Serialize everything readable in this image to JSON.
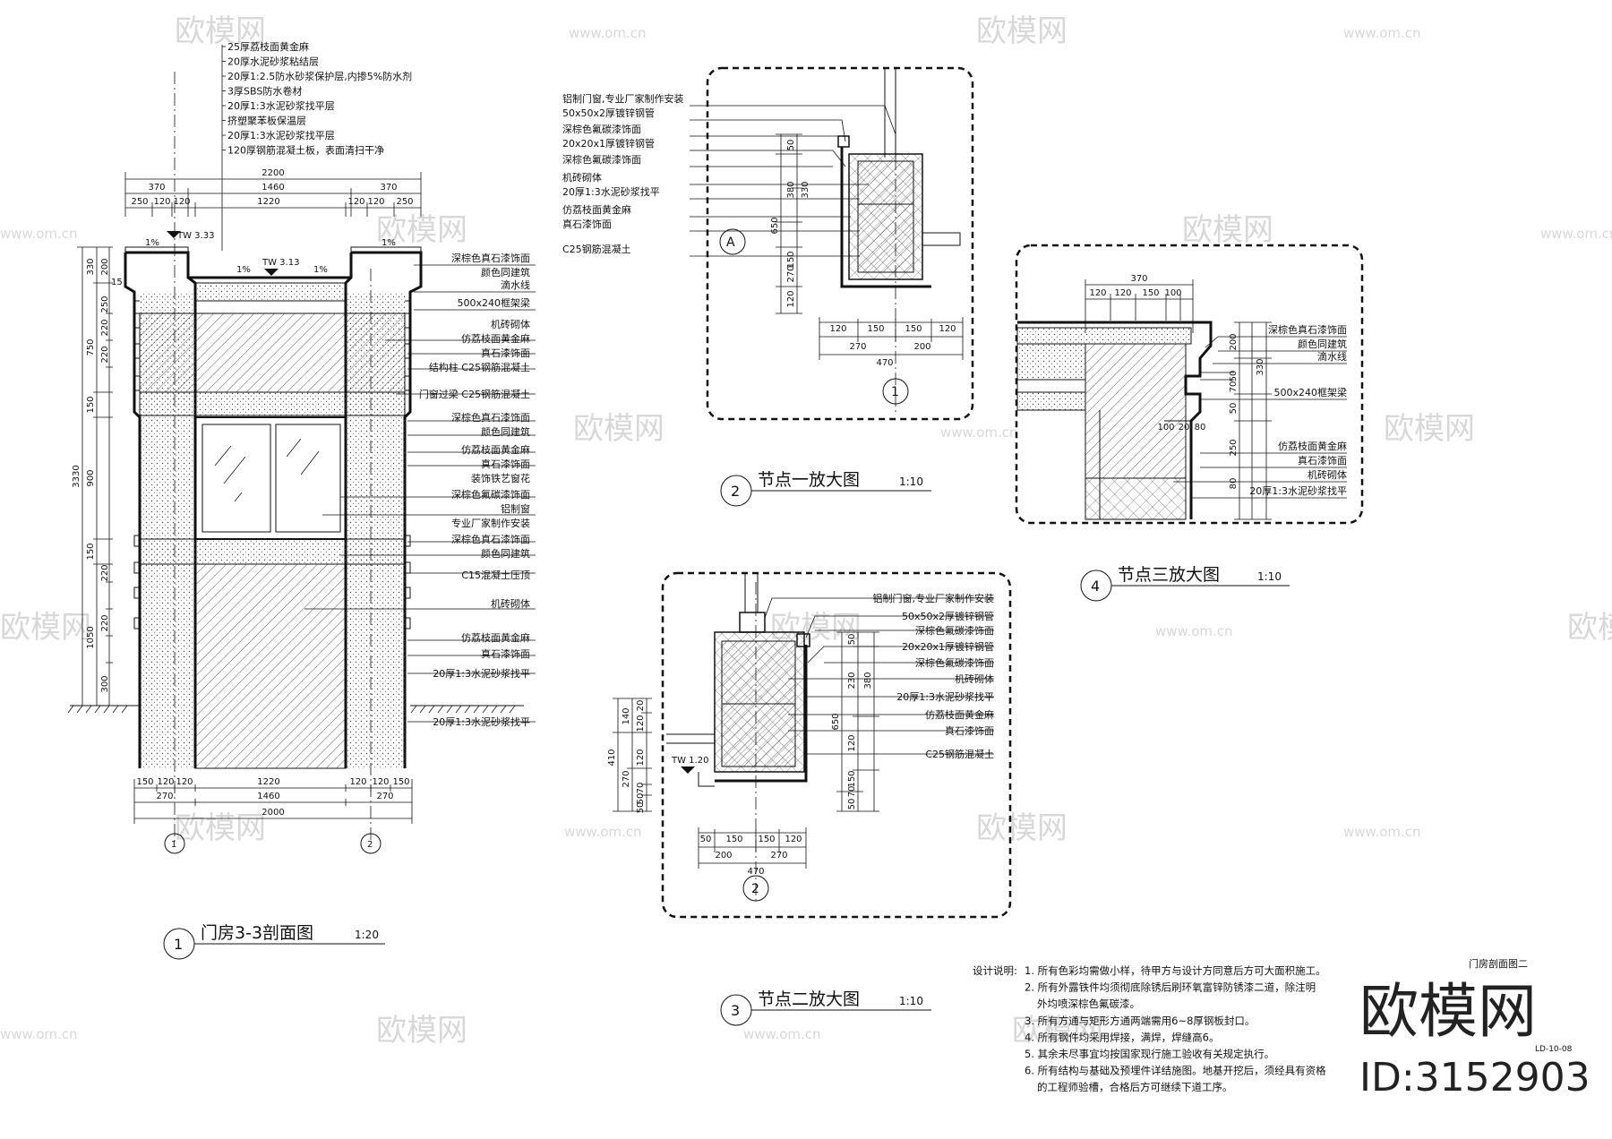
{
  "watermarks": {
    "brand": "欧模网",
    "site": "www.om.cn"
  },
  "titles": [
    {
      "num": "1",
      "name": "门房3-3剖面图",
      "scale": "1:20"
    },
    {
      "num": "2",
      "name": "节点一放大图",
      "scale": "1:10"
    },
    {
      "num": "3",
      "name": "节点二放大图",
      "scale": "1:10"
    },
    {
      "num": "4",
      "name": "节点三放大图",
      "scale": "1:10"
    }
  ],
  "section": {
    "roof_layers": [
      "25厚荔枝面黄金麻",
      "20厚水泥砂浆粘结层",
      "20厚1:2.5防水砂浆保护层,内掺5%防水剂",
      "3厚SBS防水卷材",
      "20厚1:3水泥砂浆找平层",
      "挤塑聚苯板保温层",
      "20厚1:3水泥砂浆找平层",
      "120厚钢筋混凝土板，表面清扫干净"
    ],
    "right_labels": [
      "深棕色真石漆饰面",
      "颜色同建筑",
      "滴水线",
      "500x240框架梁",
      "机砖砌体",
      "仿荔枝面黄金麻",
      "真石漆饰面",
      "结构柱 C25钢筋混凝土",
      "门窗过梁 C25钢筋混凝土",
      "深棕色真石漆饰面",
      "颜色同建筑",
      "仿荔枝面黄金麻",
      "真石漆饰面",
      "装饰铁艺窗花",
      "深棕色氟碳漆饰面",
      "铝制窗",
      "专业厂家制作安装",
      "深棕色真石漆饰面",
      "颜色同建筑",
      "C15混凝土压顶",
      "机砖砌体",
      "仿荔枝面黄金麻",
      "真石漆饰面",
      "20厚1:3水泥砂浆找平",
      "20厚1:3水泥砂浆找平"
    ],
    "top_dims": [
      "2200",
      "370",
      "1460",
      "370",
      "250",
      "120",
      "120",
      "1220",
      "120",
      "120",
      "250"
    ],
    "bottom_dims": [
      "150",
      "120",
      "120",
      "1220",
      "120",
      "120",
      "150",
      "270",
      "1460",
      "270",
      "2000"
    ],
    "left_dims": [
      "330",
      "200",
      "250",
      "750",
      "220",
      "220",
      "150",
      "3330",
      "900",
      "150",
      "220",
      "1050",
      "220",
      "300"
    ],
    "levels": [
      "TW 3.33",
      "TW 3.13"
    ],
    "slopes": [
      "1%",
      "1%",
      "1%",
      "1%"
    ],
    "axes": [
      "1",
      "2"
    ],
    "side_num": "15"
  },
  "node1": {
    "labels": [
      "铝制门窗,专业厂家制作安装",
      "50x50x2厚镀锌钢管",
      "深棕色氟碳漆饰面",
      "20x20x1厚镀锌钢管",
      "深棕色氟碳漆饰面",
      "机砖砌体",
      "20厚1:3水泥砂浆找平",
      "仿荔枝面黄金麻",
      "真石漆饰面",
      "C25钢筋混凝土"
    ],
    "dims_v": [
      "50",
      "380",
      "330",
      "650",
      "150",
      "270",
      "120"
    ],
    "dims_h": [
      "120",
      "150",
      "150",
      "120",
      "270",
      "200",
      "470"
    ],
    "marker": "A",
    "axis": "1"
  },
  "node2": {
    "labels": [
      "铝制门窗,专业厂家制作安装",
      "50x50x2厚镀锌钢管",
      "深棕色氟碳漆饰面",
      "20x20x1厚镀锌钢管",
      "深棕色氟碳漆饰面",
      "机砖砌体",
      "20厚1:3水泥砂浆找平",
      "仿荔枝面黄金麻",
      "真石漆饰面",
      "C25钢筋混凝土"
    ],
    "dims_left": [
      "20",
      "140",
      "120",
      "410",
      "120",
      "270",
      "70",
      "50",
      "50"
    ],
    "dims_right": [
      "50",
      "230",
      "380",
      "120",
      "650",
      "150",
      "70",
      "50"
    ],
    "dims_h": [
      "50",
      "150",
      "150",
      "120",
      "200",
      "270",
      "470"
    ],
    "level": "TW 1.20",
    "axis": "2"
  },
  "node3": {
    "labels": [
      "深棕色真石漆饰面",
      "颜色同建筑",
      "滴水线",
      "500x240框架梁",
      "仿荔枝面黄金麻",
      "真石漆饰面",
      "机砖砌体",
      "20厚1:3水泥砂浆找平"
    ],
    "dims_top": [
      "370",
      "120",
      "120",
      "150",
      "100"
    ],
    "dims_right": [
      "200",
      "330",
      "50",
      "70",
      "50",
      "250",
      "80"
    ],
    "dims_inner": [
      "100",
      "20",
      "80"
    ]
  },
  "notes": {
    "head": "设计说明:",
    "lines": [
      "1. 所有色彩均需做小样，待甲方与设计方同意后方可大面积施工。",
      "2. 所有外露铁件均须彻底除锈后刷环氧富锌防锈漆二道，除注明",
      "外均喷深棕色氟碳漆。",
      "3. 所有方通与矩形方通两端需用6~8厚钢板封口。",
      "4. 所有钢件均采用焊接，满焊，焊缝高6。",
      "5. 其余未尽事宜均按国家现行施工验收有关规定执行。",
      "6. 所有结构与基础及预埋件详结施图。地基开挖后，须经具有资格",
      "的工程师验槽，合格后方可继续下道工序。"
    ]
  },
  "sheet": {
    "name": "门房剖面图二",
    "code": "LD-10-08"
  },
  "brand_block": {
    "name": "欧模网",
    "id": "ID:3152903"
  }
}
